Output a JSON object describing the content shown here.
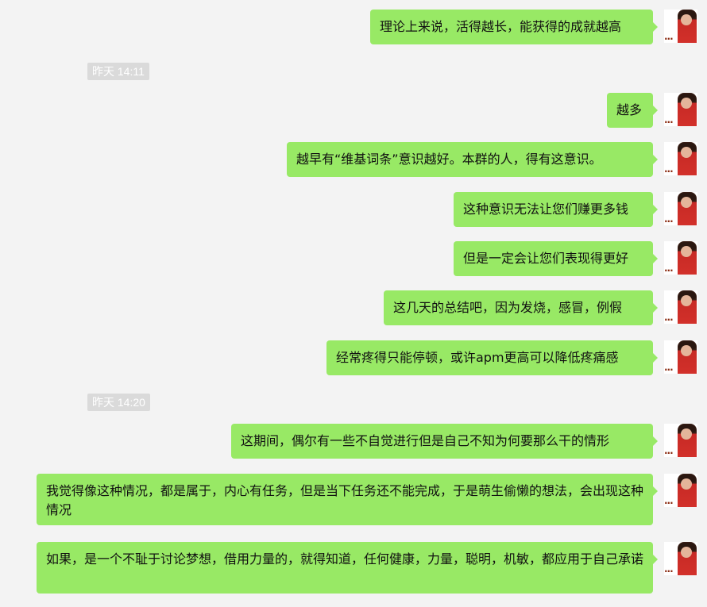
{
  "timestamps": [
    {
      "label": "昨天 14:11"
    },
    {
      "label": "昨天 14:20"
    }
  ],
  "messages": [
    {
      "text": "理论上来说，活得越长，能获得的成就越高"
    },
    {
      "text": "越多"
    },
    {
      "text": "越早有“维基词条”意识越好。本群的人，得有这意识。"
    },
    {
      "text": "这种意识无法让您们赚更多钱"
    },
    {
      "text": "但是一定会让您们表现得更好"
    },
    {
      "text": "这几天的总结吧，因为发烧，感冒，例假"
    },
    {
      "text": "经常疼得只能停顿，或许apm更高可以降低疼痛感"
    },
    {
      "text": "这期间，偶尔有一些不自觉进行但是自己不知为何要那么干的情形"
    },
    {
      "text": "我觉得像这种情况，都是属于，内心有任务，但是当下任务还不能完成，于是萌生偷懒的想法，会出现这种情况"
    },
    {
      "text": "如果，是一个不耻于讨论梦想，借用力量的，就得知道，任何健康，力量，聪明，机敏，都应用于自己承诺"
    }
  ],
  "colors": {
    "background": "#f3f3f3",
    "bubble": "#98e965",
    "timestamp_bg": "#dadada",
    "timestamp_text": "#ffffff"
  },
  "avatar": {
    "icon": "user-avatar-icon",
    "overlay": "..."
  }
}
